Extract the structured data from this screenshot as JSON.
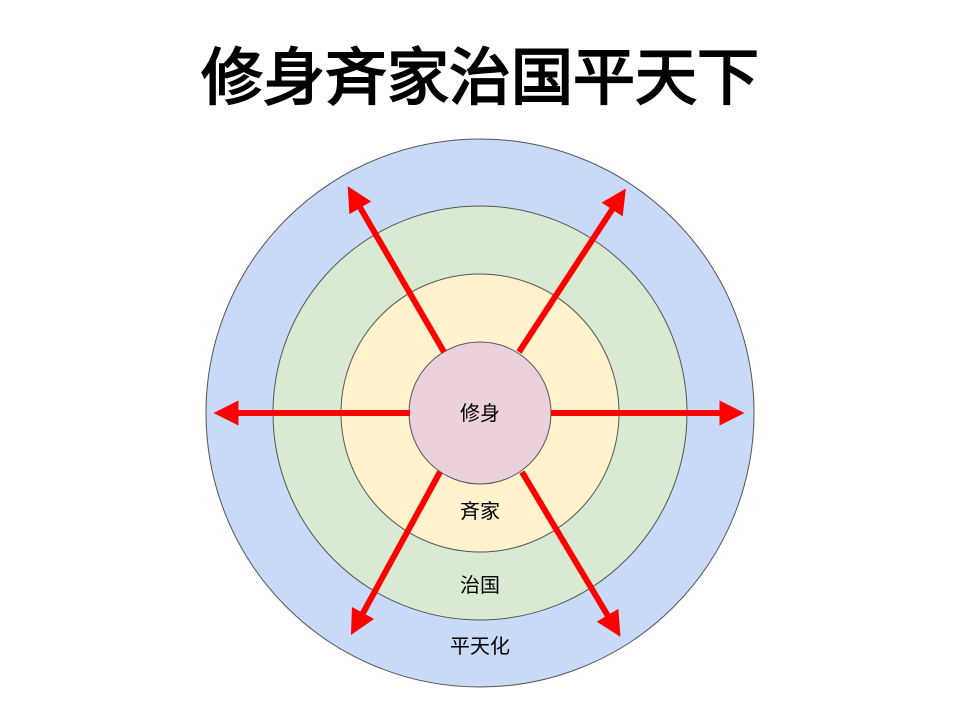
{
  "title": "修身斉家治国平天下",
  "rings": [
    {
      "label": "平天化",
      "fill": "#c9daf8"
    },
    {
      "label": "治国",
      "fill": "#d9ead3"
    },
    {
      "label": "斉家",
      "fill": "#fff2cc"
    },
    {
      "label": "修身",
      "fill": "#ead1dc"
    }
  ],
  "arrow_color": "#ff0000",
  "stroke_color": "#555555"
}
